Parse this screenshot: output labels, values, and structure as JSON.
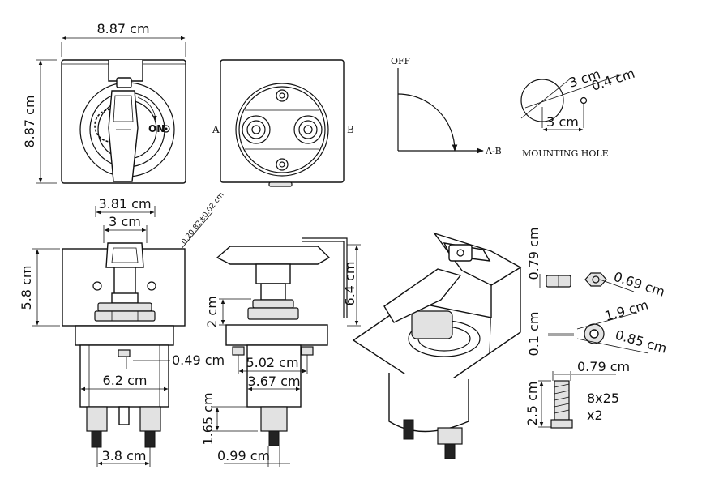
{
  "dimensions": {
    "width_top": "8.87 cm",
    "height_left": "8.87 cm",
    "bolt_span": "3.81 cm",
    "bolt_inner": "3 cm",
    "hole_tol": "0.20.82±0.02 cm",
    "plate_height": "5.8 cm",
    "nut_gap": "0.49 cm",
    "body_width": "6.2 cm",
    "terminal_span": "3.8 cm",
    "handle_height": "6.4 cm",
    "shaft_height": "2 cm",
    "side_width_outer": "5.02 cm",
    "side_width_inner": "3.67 cm",
    "terminal_height": "1.65 cm",
    "terminal_width": "0.99 cm",
    "mount_dia": "3 cm",
    "mount_hole": "0.4 cm",
    "mount_offset": "3 cm",
    "nut_height": "0.79 cm",
    "nut_dia": "0.69 cm",
    "washer_thick": "0.1 cm",
    "washer_outer": "1.9 cm",
    "washer_inner": "0.85 cm",
    "screw_head": "0.79 cm",
    "screw_length": "2.5 cm"
  },
  "labels": {
    "side_a": "A",
    "side_b": "B",
    "on_label": "ON",
    "off_label": "OFF",
    "ab_label": "A-B",
    "mounting_hole": "MOUNTING HOLE",
    "screw_spec": "8x25",
    "screw_qty": "x2"
  }
}
